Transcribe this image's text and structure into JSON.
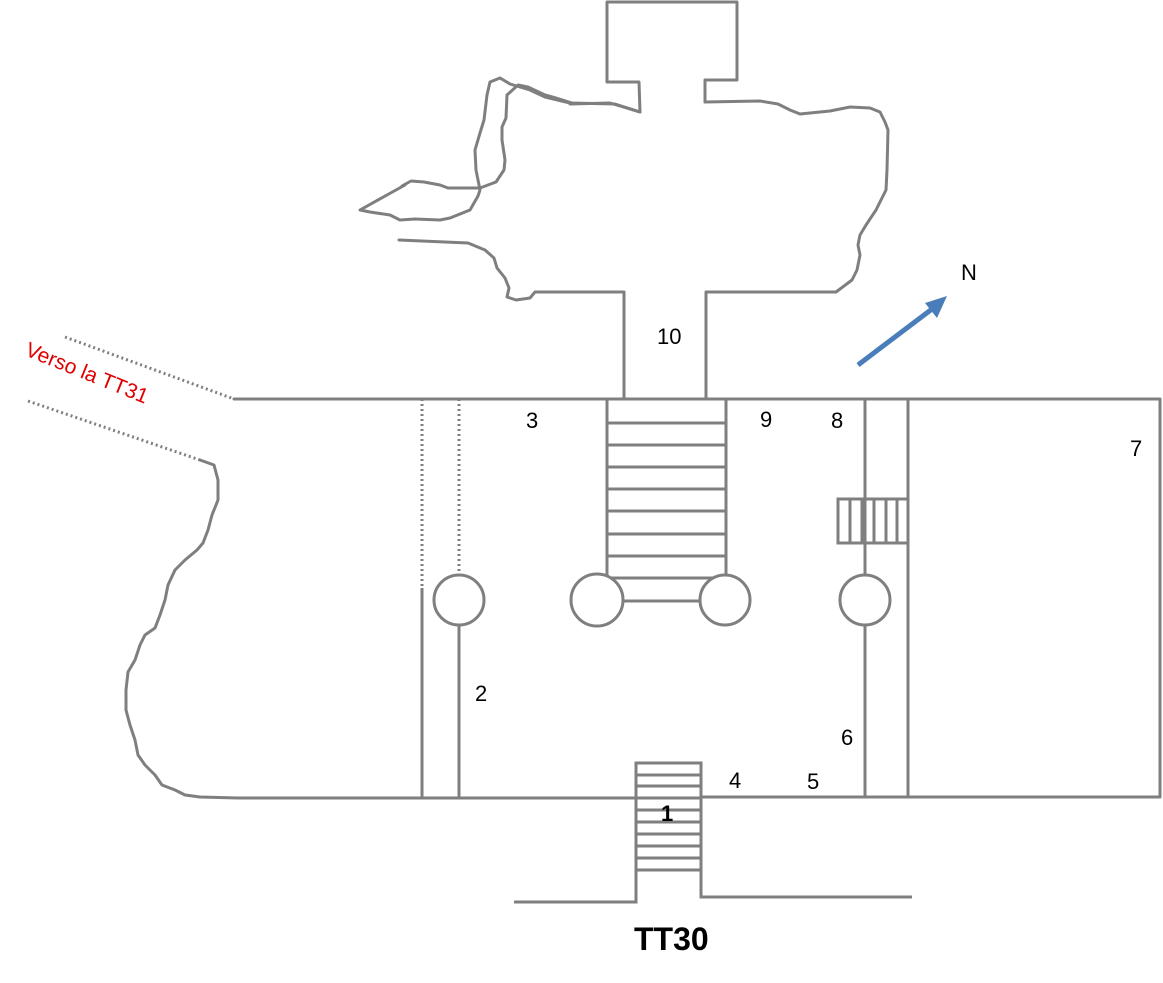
{
  "title": "TT30",
  "direction_label": "Verso la TT31",
  "north_label": "N",
  "room_numbers": {
    "n1": "1",
    "n2": "2",
    "n3": "3",
    "n4": "4",
    "n5": "5",
    "n6": "6",
    "n7": "7",
    "n8": "8",
    "n9": "9",
    "n10": "10"
  },
  "colors": {
    "wall": "#7f7f7f",
    "direction_text": "#e00000",
    "north_arrow": "#4a7ebb"
  }
}
